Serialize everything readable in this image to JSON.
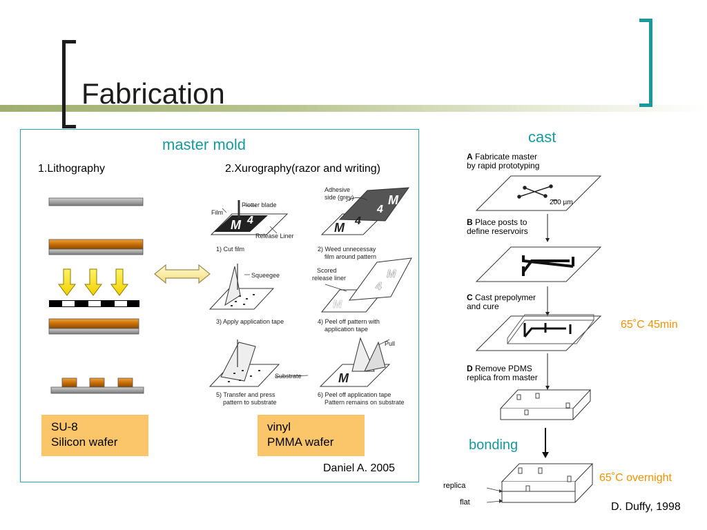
{
  "slide": {
    "title": "Fabrication",
    "colors": {
      "accent_teal": "#18999c",
      "accent_orange": "#f29100",
      "label_box": "#fbc56a",
      "bar_olive": "#a3b077",
      "copper": "#d27b10"
    }
  },
  "master_mold": {
    "heading": "master mold",
    "lithography": {
      "label": "1.Lithography",
      "material_line1": "SU-8",
      "material_line2": "Silicon wafer"
    },
    "xurography": {
      "label": "2.Xurography(razor and writing)",
      "steps": [
        "1) Cut film",
        "2) Weed unnecessay",
        "film around pattern",
        "3) Apply application tape",
        "4) Peel off pattern with",
        "application tape",
        "5) Transfer and press",
        "pattern to substrate",
        "6) Peel off application tape",
        "Pattern remains on substrate"
      ],
      "callouts": {
        "plotter_blade": "Plotter blade",
        "film": "Film",
        "release_liner": "Release Liner",
        "adhesive_line1": "Adhesive",
        "adhesive_line2": "side (grey)",
        "squeegee": "Squeegee",
        "scored_line1": "Scored",
        "scored_line2": "release liner",
        "substrate": "Substrate",
        "pull": "Pull"
      },
      "material_line1": "vinyl",
      "material_line2": "PMMA wafer"
    },
    "citation": "Daniel A. 2005"
  },
  "cast": {
    "heading": "cast",
    "steps": [
      {
        "letter": "A",
        "line1": "Fabricate master",
        "line2": "by rapid prototyping"
      },
      {
        "letter": "B",
        "line1": "Place posts to",
        "line2": "define reservoirs"
      },
      {
        "letter": "C",
        "line1": "Cast prepolymer",
        "line2": "and cure"
      },
      {
        "letter": "D",
        "line1": "Remove PDMS",
        "line2": "replica from master"
      }
    ],
    "scale_bar": "200 µm",
    "cure_condition": "65˚C 45min",
    "bonding_heading": "bonding",
    "bond_labels": {
      "replica": "replica",
      "flat": "flat"
    },
    "bond_condition": "65˚C overnight",
    "citation": "D. Duffy, 1998"
  }
}
